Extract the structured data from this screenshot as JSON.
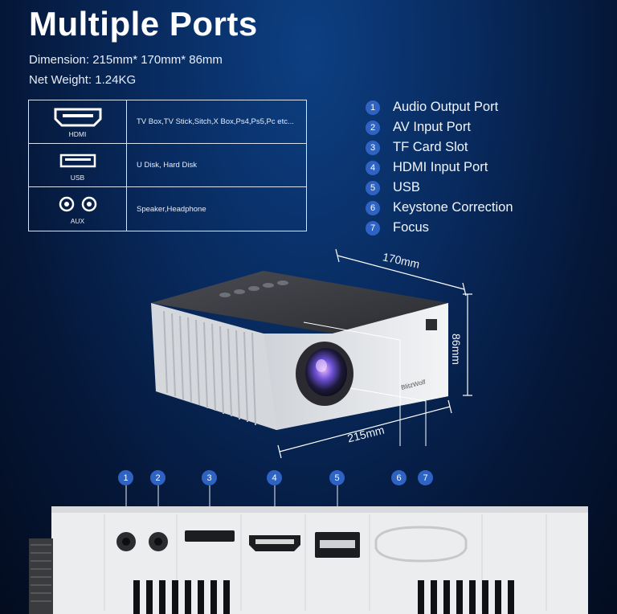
{
  "title": "Multiple Ports",
  "specs": {
    "dimension": "Dimension: 215mm* 170mm* 86mm",
    "weight": "Net Weight: 1.24KG"
  },
  "port_table": [
    {
      "icon": "hdmi-icon",
      "name": "HDMI",
      "devices": "TV Box,TV Stick,Sitch,X Box,Ps4,Ps5,Pc etc..."
    },
    {
      "icon": "usb-icon",
      "name": "USB",
      "devices": "U Disk, Hard Disk"
    },
    {
      "icon": "aux-icon",
      "name": "AUX",
      "devices": "Speaker,Headphone"
    }
  ],
  "legend": [
    {
      "num": "1",
      "label": "Audio Output Port"
    },
    {
      "num": "2",
      "label": "AV Input Port"
    },
    {
      "num": "3",
      "label": "TF Card Slot"
    },
    {
      "num": "4",
      "label": "HDMI Input Port"
    },
    {
      "num": "5",
      "label": "USB"
    },
    {
      "num": "6",
      "label": "Keystone Correction"
    },
    {
      "num": "7",
      "label": "Focus"
    }
  ],
  "dimensions": {
    "width": "170mm",
    "height": "86mm",
    "length": "215mm"
  },
  "brand": "BlitzWolf",
  "callouts": [
    "1",
    "2",
    "3",
    "4",
    "5",
    "6",
    "7"
  ],
  "colors": {
    "accent": "#2e63c4",
    "background": "#082a5e"
  }
}
